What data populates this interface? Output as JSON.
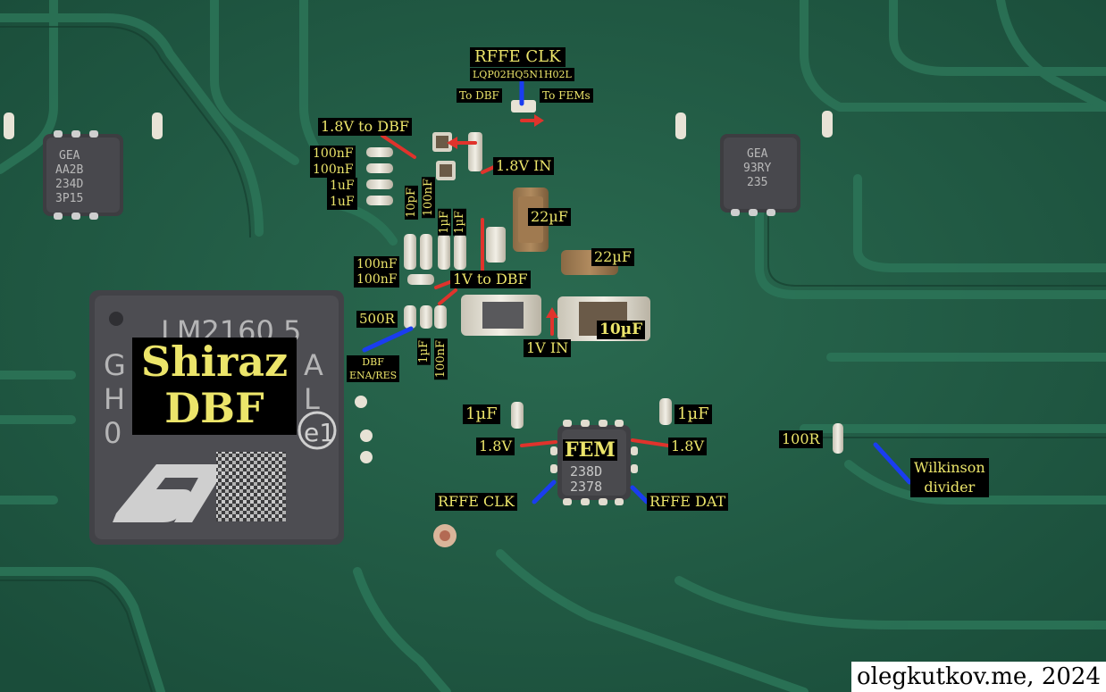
{
  "main_chip": {
    "line1": "Shiraz",
    "line2": "DBF"
  },
  "fem_chip": {
    "label": "FEM"
  },
  "rffe_clk": {
    "title": "RFFE CLK",
    "part": "LQP02HQ5N1H02L",
    "to_dbf": "To DBF",
    "to_fems": "To FEMs"
  },
  "power": {
    "v18_to_dbf": "1.8V to DBF",
    "v18_in": "1.8V IN",
    "v1_to_dbf": "1V to DBF",
    "v1_in": "1V IN",
    "fem_18_left": "1.8V",
    "fem_18_right": "1.8V"
  },
  "caps": {
    "c100n_1": "100nF",
    "c100n_2": "100nF",
    "c1u_1": "1uF",
    "c1u_2": "1uF",
    "c10p_v": "10pF",
    "c100n_v": "100nF",
    "c1u_v1": "1µF",
    "c1u_v2": "1µF",
    "c22u_1": "22µF",
    "c22u_2": "22µF",
    "c100n_3": "100nF",
    "c100n_4": "100nF",
    "c10u": "10µF",
    "c1u_v3": "1µF",
    "c100n_v2": "100nF",
    "fem_1u_left": "1µF",
    "fem_1u_right": "1µF"
  },
  "resistors": {
    "r500": "500R",
    "r100": "100R"
  },
  "dbf_ena": {
    "line1": "DBF",
    "line2": "ENA/RES"
  },
  "fem_signals": {
    "rffe_clk": "RFFE CLK",
    "rffe_dat": "RFFE DAT"
  },
  "wilkinson": {
    "line1": "Wilkinson",
    "line2": "divider"
  },
  "chip_markings": {
    "left_small": [
      "GEA",
      "AA2B",
      "234D",
      "3P15"
    ],
    "right_small": [
      "GEA",
      "93RY",
      "235"
    ],
    "fem": [
      "238D",
      "2378"
    ]
  },
  "credit": "olegkutkov.me, 2024",
  "colors": {
    "board": "#1f5a44",
    "label_bg": "#000000",
    "label_text": "#ece56a",
    "arrow_red": "#e0332c",
    "arrow_blue": "#1a3df0"
  }
}
